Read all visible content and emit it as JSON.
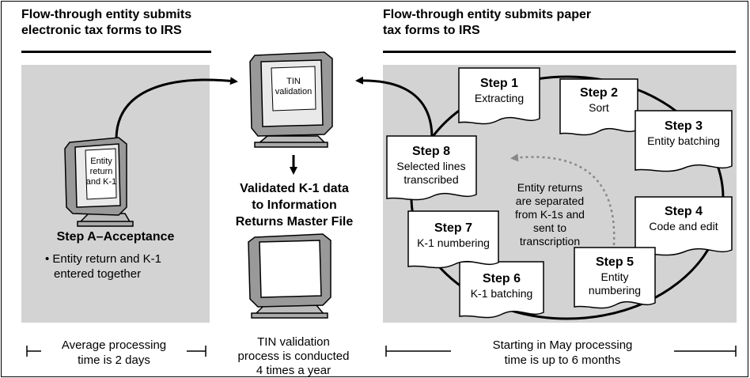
{
  "left_header": [
    "Flow-through entity submits",
    "electronic tax forms to IRS"
  ],
  "right_header": [
    "Flow-through entity submits paper",
    "tax forms to IRS"
  ],
  "tin_screen": [
    "TIN",
    "validation"
  ],
  "entity_screen": [
    "Entity",
    "return",
    "and K-1"
  ],
  "validated": [
    "Validated K-1 data",
    "to Information",
    "Returns Master File"
  ],
  "step_a": {
    "title": "Step A–Acceptance",
    "bullet": "• Entity return and K-1",
    "bullet2": "entered together"
  },
  "steps": [
    {
      "title": "Step 1",
      "sub": [
        "Extracting"
      ]
    },
    {
      "title": "Step 2",
      "sub": [
        "Sort"
      ]
    },
    {
      "title": "Step 3",
      "sub": [
        "Entity batching"
      ]
    },
    {
      "title": "Step 4",
      "sub": [
        "Code and edit"
      ]
    },
    {
      "title": "Step 5",
      "sub": [
        "Entity",
        "numbering"
      ]
    },
    {
      "title": "Step 6",
      "sub": [
        "K-1 batching"
      ]
    },
    {
      "title": "Step 7",
      "sub": [
        "K-1 numbering"
      ]
    },
    {
      "title": "Step 8",
      "sub": [
        "Selected lines",
        "transcribed"
      ]
    }
  ],
  "separation_note": [
    "Entity returns",
    "are separated",
    "from K-1s and",
    "sent to",
    "transcription"
  ],
  "footer_left": [
    "Average processing",
    "time is 2 days"
  ],
  "footer_middle": [
    "TIN validation",
    "process is conducted",
    "4 times a year"
  ],
  "footer_right": [
    "Starting in May processing",
    "time is up to 6 months"
  ]
}
